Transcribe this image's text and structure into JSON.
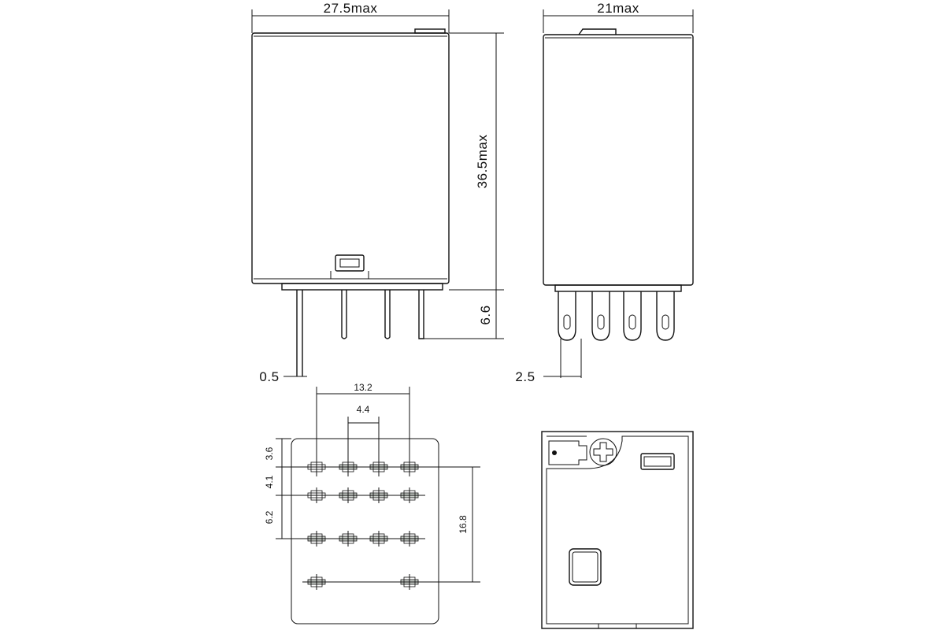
{
  "front_view": {
    "width_label": "27.5max",
    "height_label": "36.5max",
    "pin_length_label": "6.6",
    "pin_thickness_label": "0.5"
  },
  "side_view": {
    "width_label": "21max",
    "pin_width_label": "2.5"
  },
  "footprint": {
    "pitch_total_label": "13.2",
    "pitch_label": "4.4",
    "row1_label": "3.6",
    "row2_label": "4.1",
    "row3_label": "6.2",
    "vertical_total_label": "16.8"
  },
  "colors": {
    "line": "#111111",
    "pad_fill": "#c8cdc8"
  }
}
